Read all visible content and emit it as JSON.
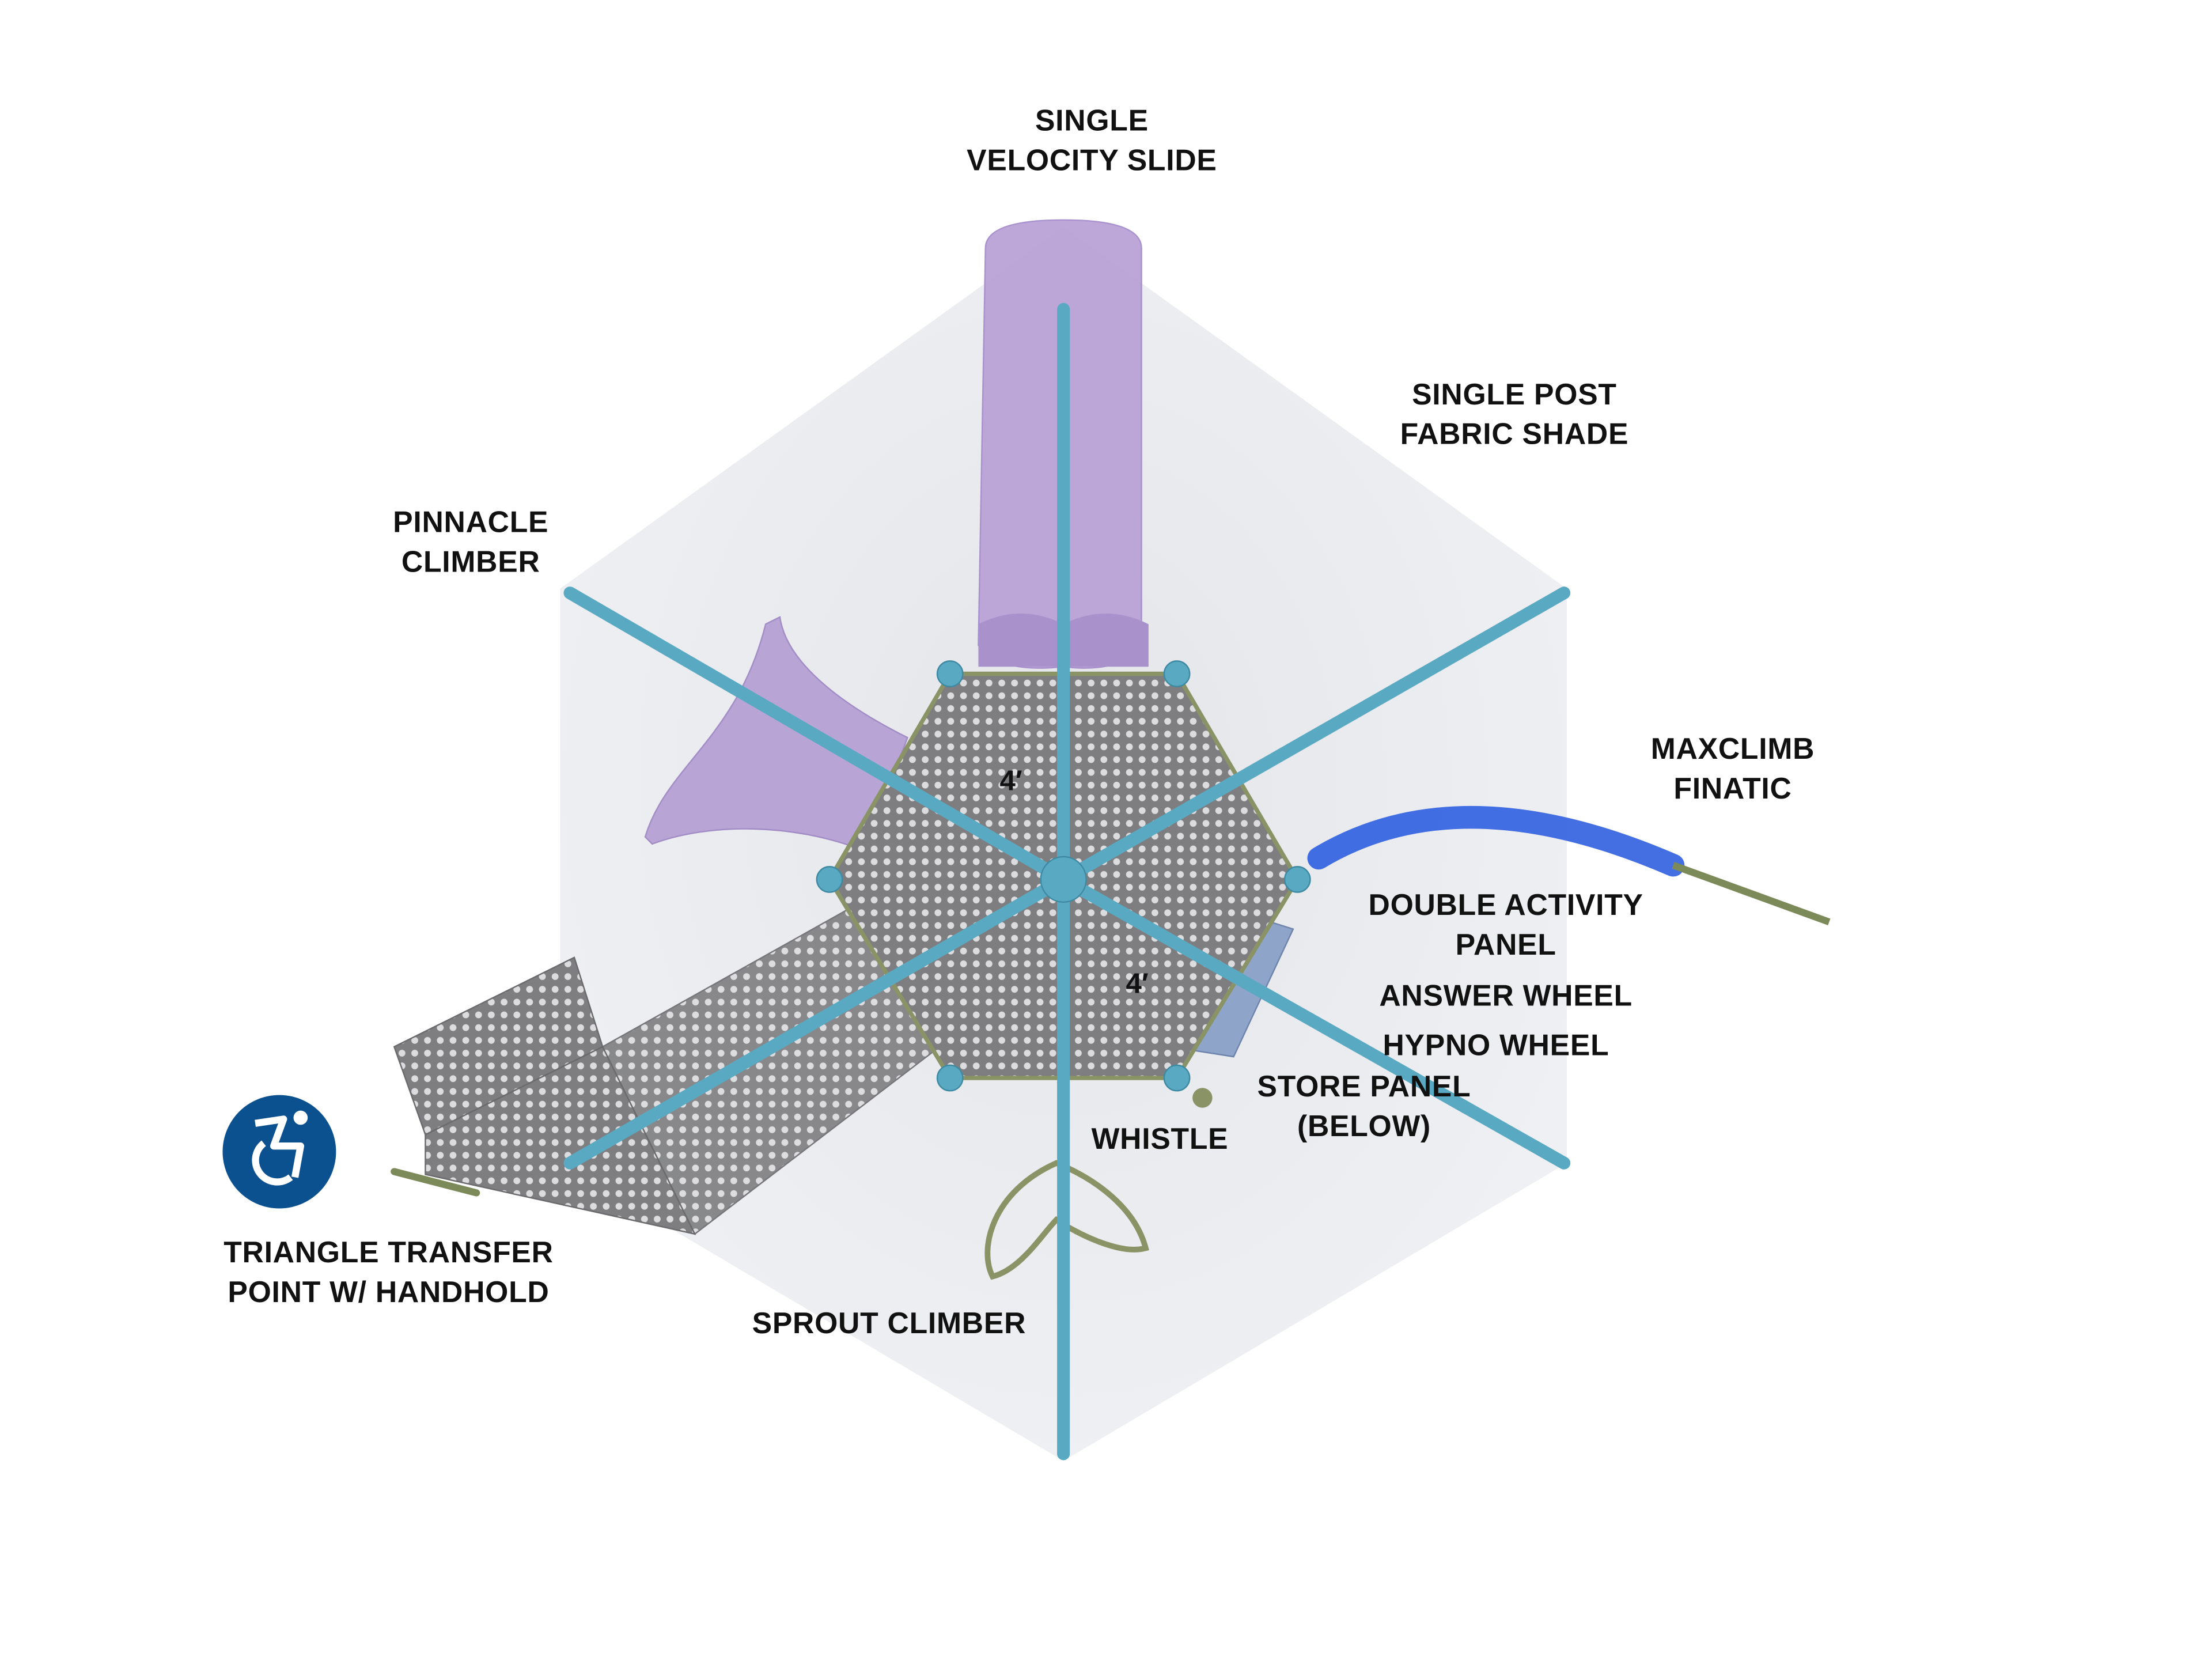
{
  "labels": {
    "slide": [
      "SINGLE",
      "VELOCITY SLIDE"
    ],
    "shade": [
      "SINGLE POST",
      "FABRIC SHADE"
    ],
    "pinnacle": [
      "PINNACLE",
      "CLIMBER"
    ],
    "maxclimb": [
      "MAXCLIMB",
      "FINATIC"
    ],
    "double_panel": [
      "DOUBLE ACTIVITY",
      "PANEL"
    ],
    "answer_wheel": "ANSWER WHEEL",
    "hypno_wheel": "HYPNO WHEEL",
    "store_panel": [
      "STORE PANEL",
      "(BELOW)"
    ],
    "whistle": "WHISTLE",
    "transfer": [
      "TRIANGLE TRANSFER",
      "POINT W/ HANDHOLD"
    ],
    "sprout": "SPROUT CLIMBER"
  },
  "deck_heights": [
    "4′",
    "4′"
  ],
  "icons": {
    "accessibility": "wheelchair-accessible-icon"
  },
  "colors": {
    "shade": "#e3e5ea",
    "pole": "#5aa9c2",
    "slide": "#b9a3d6",
    "deck": "#8a8a8a",
    "maxclimb": "#2f5fe0",
    "frame": "#8a9366",
    "access_badge": "#0b5190"
  }
}
